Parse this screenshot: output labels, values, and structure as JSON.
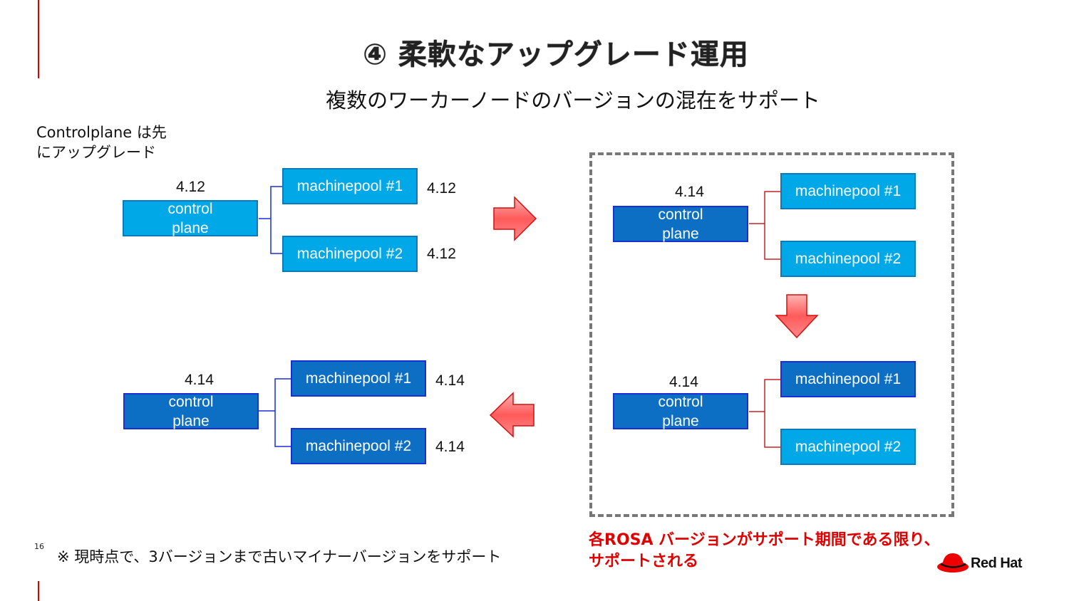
{
  "slide": {
    "title": "④ 柔軟なアップグレード運用",
    "subtitle": "複数のワーカーノードのバージョンの混在をサポート",
    "note_top_line1": "Controlplane は先",
    "note_top_line2": "にアップグレード",
    "bottom_note": "※ 現時点で、3バージョンまで古いマイナーバージョンをサポート",
    "red_note_line1": "各ROSA バージョンがサポート期間である限り、",
    "red_note_line2": "サポートされる",
    "page_number": "16",
    "logo_text": "Red Hat"
  },
  "stages": {
    "initial": {
      "cp_label_1": "control",
      "cp_label_2": "plane",
      "cp_version": "4.12",
      "mp1_label": "machinepool #1",
      "mp1_version": "4.12",
      "mp2_label": "machinepool #2",
      "mp2_version": "4.12"
    },
    "mixed_a": {
      "cp_label_1": "control",
      "cp_label_2": "plane",
      "cp_version": "4.14",
      "mp1_label": "machinepool #1",
      "mp2_label": "machinepool #2"
    },
    "mixed_b": {
      "cp_label_1": "control",
      "cp_label_2": "plane",
      "cp_version": "4.14",
      "mp1_label": "machinepool #1",
      "mp2_label": "machinepool #2"
    },
    "final": {
      "cp_label_1": "control",
      "cp_label_2": "plane",
      "cp_version": "4.14",
      "mp1_label": "machinepool #1",
      "mp1_version": "4.14",
      "mp2_label": "machinepool #2",
      "mp2_version": "4.14"
    }
  },
  "colors": {
    "accent_red": "#e00000",
    "box_light": "#00a8e8",
    "box_dark": "#0c6fc4",
    "connector_blue": "#1a2fd6",
    "connector_red": "#c82020",
    "arrow_fill": "#ff6b6b"
  }
}
